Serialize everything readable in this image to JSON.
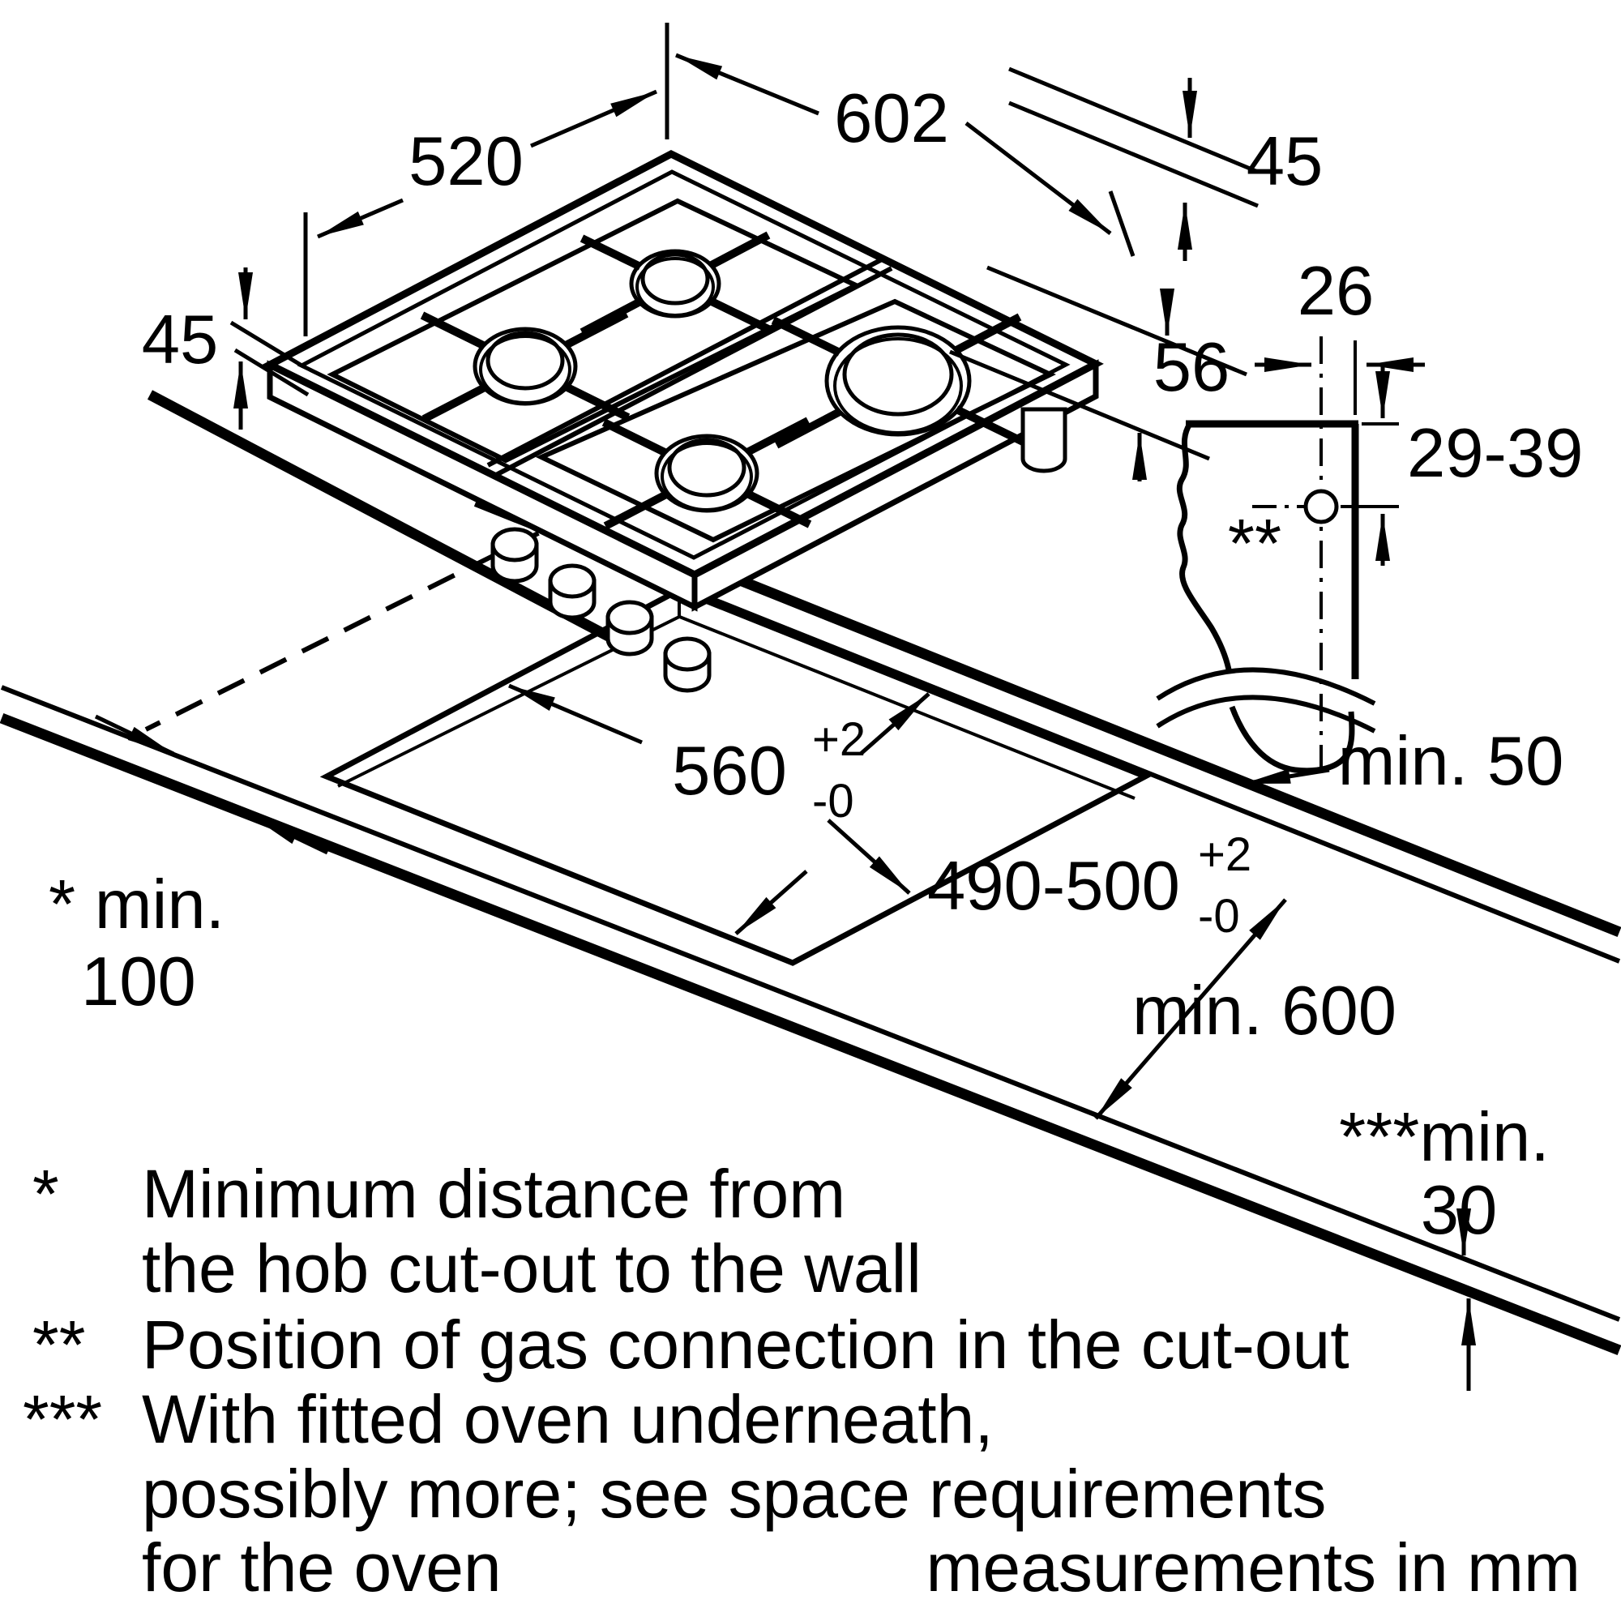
{
  "colors": {
    "line": "#000000",
    "burner": "#b5b5b5",
    "background": "#ffffff"
  },
  "hob_dimensions": {
    "width": "602",
    "depth": "520",
    "height_above_top": "45",
    "rim_height_left": "45",
    "height_below": "56"
  },
  "gas_connection_detail": {
    "horizontal_offset": "26",
    "vertical_range": "29-39",
    "marker": "**"
  },
  "cutout_dimensions": {
    "width": "560",
    "width_tol_upper": "+2",
    "width_tol_lower": "-0",
    "depth": "490-500",
    "depth_tol_upper": "+2",
    "depth_tol_lower": "-0"
  },
  "clearances": {
    "wall_label": "* min.",
    "wall_value": "100",
    "rear": "min. 50",
    "oven_depth": "min. 600",
    "worktop_label": "***min.",
    "worktop_value": "30"
  },
  "footnotes": {
    "star": {
      "marker": "*",
      "line1": "Minimum distance from",
      "line2": "the hob cut-out to the wall"
    },
    "double_star": {
      "marker": "**",
      "text": "Position of gas connection in the cut-out"
    },
    "triple_star": {
      "marker": "***",
      "line1": "With fitted oven underneath,",
      "line2": "possibly more; see space requirements",
      "line3": "for the oven"
    }
  },
  "units_note": "measurements in mm"
}
